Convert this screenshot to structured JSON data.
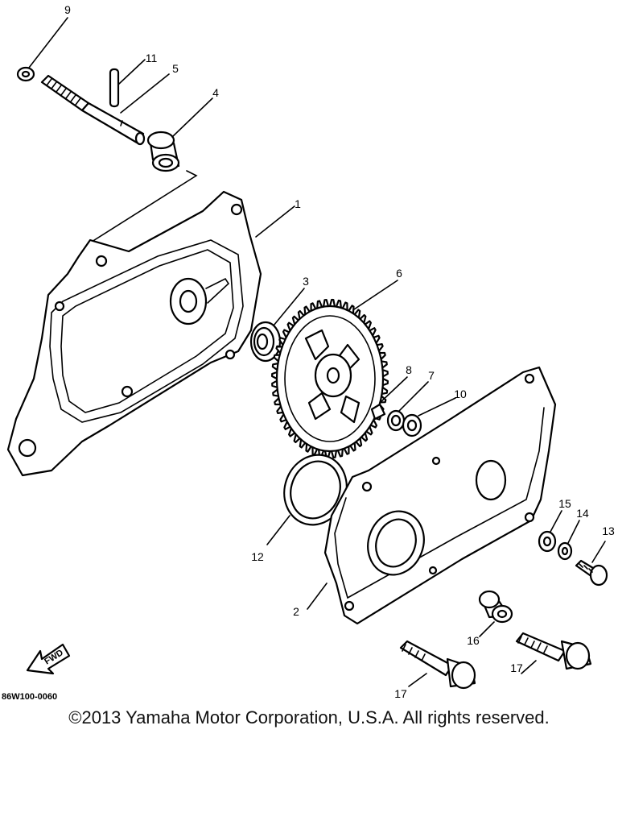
{
  "callouts": [
    {
      "id": "9",
      "text": "9"
    },
    {
      "id": "11",
      "text": "11"
    },
    {
      "id": "5",
      "text": "5"
    },
    {
      "id": "4",
      "text": "4"
    },
    {
      "id": "1",
      "text": "1"
    },
    {
      "id": "3",
      "text": "3"
    },
    {
      "id": "6",
      "text": "6"
    },
    {
      "id": "8",
      "text": "8"
    },
    {
      "id": "7",
      "text": "7"
    },
    {
      "id": "10",
      "text": "10"
    },
    {
      "id": "15",
      "text": "15"
    },
    {
      "id": "14",
      "text": "14"
    },
    {
      "id": "13",
      "text": "13"
    },
    {
      "id": "12",
      "text": "12"
    },
    {
      "id": "2",
      "text": "2"
    },
    {
      "id": "16",
      "text": "16"
    },
    {
      "id": "17a",
      "text": "17"
    },
    {
      "id": "17b",
      "text": "17"
    }
  ],
  "fwd_label": "FWD",
  "diagram_code": "86W100-0060",
  "copyright": "©2013 Yamaha Motor Corporation, U.S.A. All rights reserved."
}
